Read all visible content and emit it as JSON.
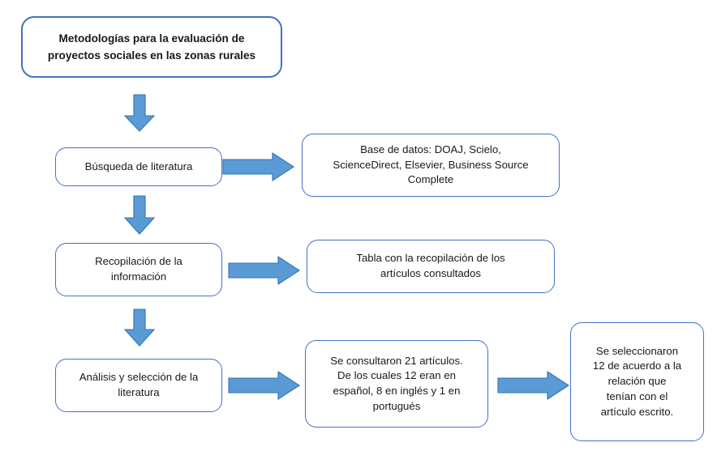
{
  "diagram": {
    "title": "Metodologías para la evaluación de proyectos sociales en las zonas rurales",
    "accent_color": "#4472c4",
    "arrow_fill": "#5b9bd5",
    "arrow_stroke": "#2e75b6",
    "text_color": "#191919"
  },
  "nodes": {
    "title_box": "Metodologías para la evaluación de\nproyectos sociales en las zonas rurales",
    "step1": "Búsqueda de literatura",
    "step1_result": "Base de datos: DOAJ, Scielo,\nScienceDirect, Elsevier,  Business Source\nComplete",
    "step2": "Recopilación de la\ninformación",
    "step2_result": "Tabla con la recopilación de los\nartículos consultados",
    "step3": "Análisis y selección de la\nliteratura",
    "step3_result": "Se consultaron 21 artículos.\nDe los cuales 12 eran en\nespañol,  8 en inglés y 1 en\nportugués",
    "step3_final": "Se seleccionaron\n12 de acuerdo a la\nrelación que\ntenían con el\nartículo escrito."
  },
  "connectors": {
    "down_1": "down-arrow",
    "down_2": "down-arrow",
    "down_3": "down-arrow",
    "right_1": "right-arrow",
    "right_2": "right-arrow",
    "right_3": "right-arrow",
    "right_4": "right-arrow"
  }
}
